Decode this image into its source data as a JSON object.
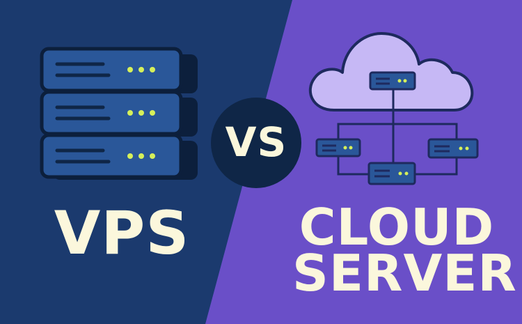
{
  "vs": "VS",
  "left": {
    "title": "VPS",
    "icon": "server-stack-icon"
  },
  "right": {
    "title_line1": "CLOUD",
    "title_line2": "SERVER",
    "icon": "cloud-network-icon"
  },
  "colors": {
    "left_bg": "#1b3a6e",
    "right_bg": "#6a4fc8",
    "text": "#fbf7dc",
    "badge": "#0f2647",
    "led": "#d6f05a",
    "cloud": "#c6b8f5"
  }
}
